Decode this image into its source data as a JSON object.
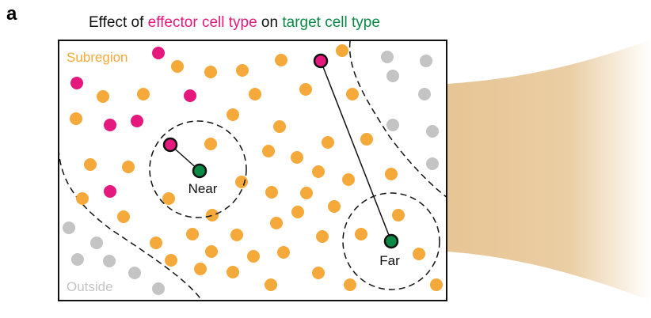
{
  "panel_letter": "a",
  "title": {
    "prefix": "Effect of ",
    "effector": "effector cell type",
    "middle": " on ",
    "target": "target cell type"
  },
  "labels": {
    "subregion": "Subregion",
    "outside": "Outside",
    "near": "Near",
    "far": "Far"
  },
  "colors": {
    "effector": "#e5197d",
    "target": "#0a8a45",
    "subregion": "#f5a93a",
    "outside": "#c4c4c4",
    "funnel": "#e7c594",
    "frame": "#111111"
  }
}
